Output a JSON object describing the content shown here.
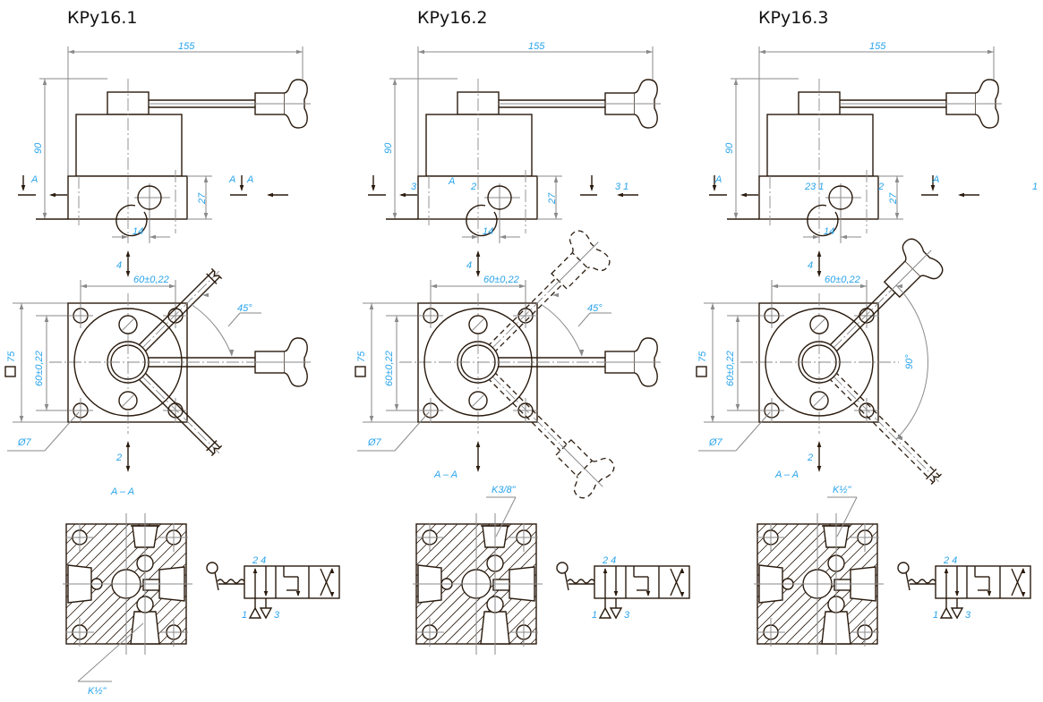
{
  "panels": [
    {
      "title": "КРу16.1",
      "dims": {
        "overall": "155",
        "height": "90",
        "base": "27",
        "port_offset": "14",
        "hole_spacing_h": "60±0,22",
        "hole_spacing_v": "60±0,22",
        "square": "75",
        "hole_dia": "Ø7",
        "angle": "45°"
      },
      "front_labels": [
        "A",
        "A",
        "A"
      ],
      "ports": {
        "top": "4",
        "bottom": "2"
      },
      "section_label": "A – A",
      "thread": "K½\"",
      "symbol": {
        "outputs": "2 4",
        "supply": "1",
        "exhaust": "3"
      }
    },
    {
      "title": "КРу16.2",
      "dims": {
        "overall": "155",
        "height": "90",
        "base": "27",
        "port_offset": "14",
        "hole_spacing_h": "60±0,22",
        "hole_spacing_v": "60±0,22",
        "square": "75",
        "hole_dia": "Ø7",
        "angle": "45°"
      },
      "front_labels": [
        "3",
        "A",
        "2",
        "3  1"
      ],
      "ports": {
        "top": "4",
        "bottom": ""
      },
      "section_label": "A – A",
      "thread": "K3/8\"",
      "symbol": {
        "outputs": "2 4",
        "supply": "1",
        "exhaust": "3"
      }
    },
    {
      "title": "КРу16.3",
      "dims": {
        "overall": "155",
        "height": "90",
        "base": "27",
        "port_offset": "14",
        "hole_spacing_h": "60±0,22",
        "hole_spacing_v": "60±0,22",
        "square": "75",
        "hole_dia": "Ø7",
        "angle": "90°"
      },
      "front_labels": [
        "A",
        "23  1",
        "2",
        "A",
        "1"
      ],
      "ports": {
        "top": "4",
        "bottom": "2"
      },
      "section_label": "A – A",
      "thread": "K½\"",
      "symbol": {
        "outputs": "2 4",
        "supply": "1",
        "exhaust": "3"
      }
    }
  ],
  "colors": {
    "line": "#2a1b0e",
    "dimension": "#8a8a8a",
    "annotation": "#27a3ec"
  }
}
